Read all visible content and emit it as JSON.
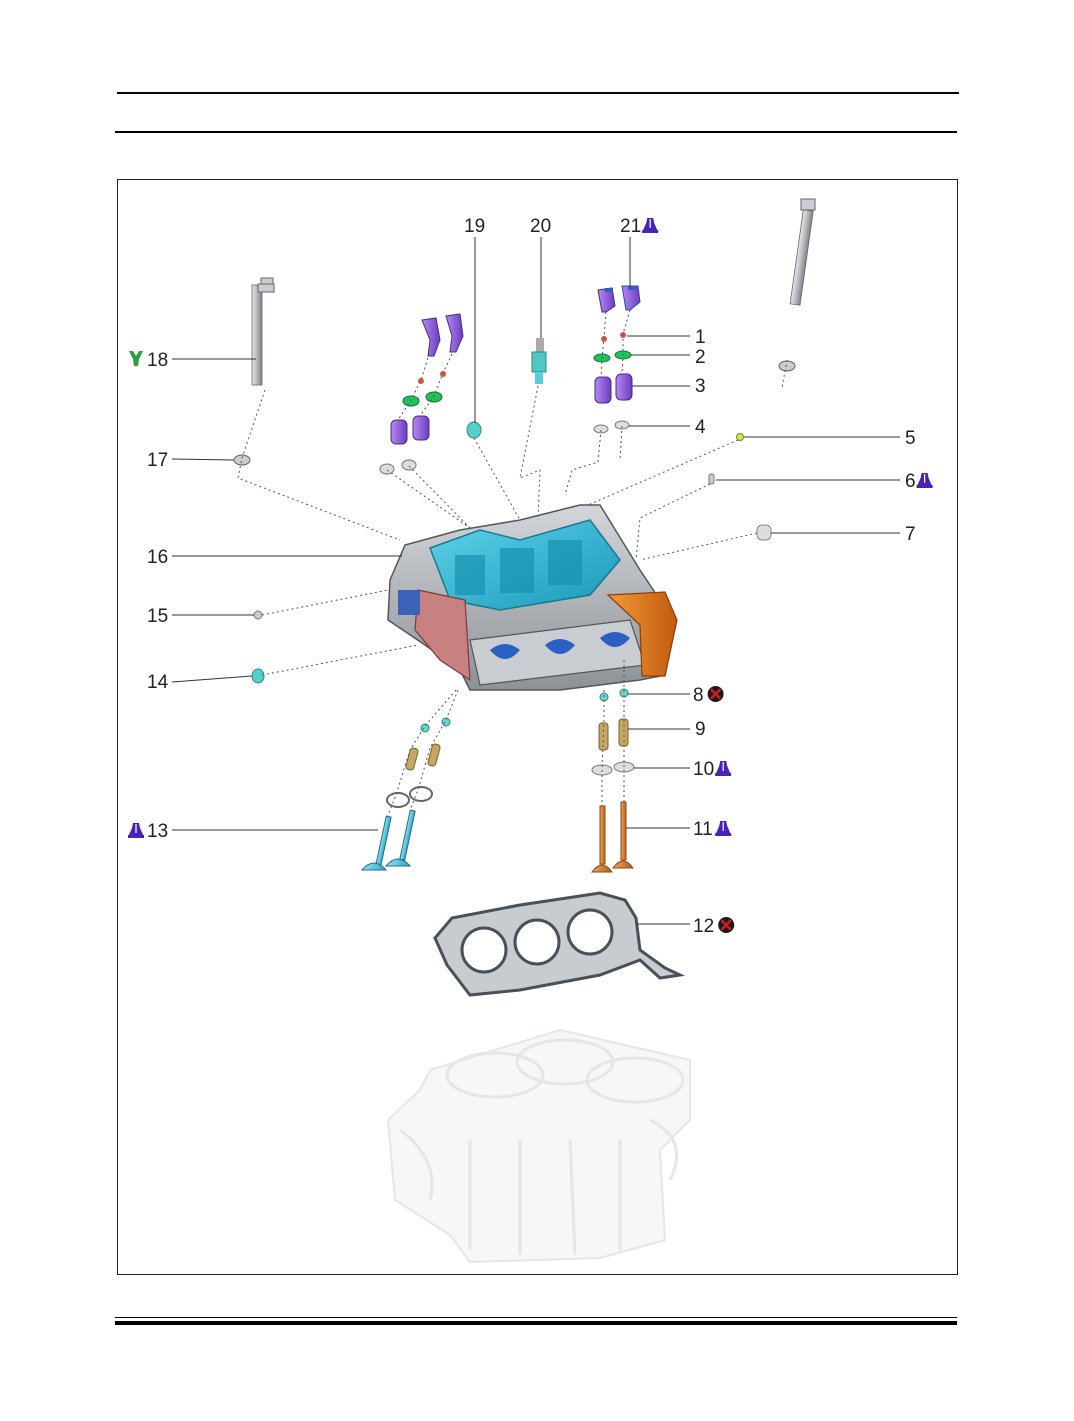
{
  "callouts": [
    {
      "num": "1",
      "icon": ""
    },
    {
      "num": "2",
      "icon": ""
    },
    {
      "num": "3",
      "icon": ""
    },
    {
      "num": "4",
      "icon": ""
    },
    {
      "num": "5",
      "icon": ""
    },
    {
      "num": "6",
      "icon": "oil-can"
    },
    {
      "num": "7",
      "icon": ""
    },
    {
      "num": "8",
      "icon": "replace-x"
    },
    {
      "num": "9",
      "icon": ""
    },
    {
      "num": "10",
      "icon": "oil-can"
    },
    {
      "num": "11",
      "icon": "oil-can"
    },
    {
      "num": "12",
      "icon": "replace-x"
    },
    {
      "num": "13",
      "icon": "oil-can"
    },
    {
      "num": "14",
      "icon": ""
    },
    {
      "num": "15",
      "icon": ""
    },
    {
      "num": "16",
      "icon": ""
    },
    {
      "num": "17",
      "icon": ""
    },
    {
      "num": "18",
      "icon": "torque-wrench"
    },
    {
      "num": "19",
      "icon": ""
    },
    {
      "num": "20",
      "icon": ""
    },
    {
      "num": "21",
      "icon": "oil-can"
    }
  ],
  "colors": {
    "head_blue": "#26b8d6",
    "head_grey": "#a9adb2",
    "cover_orange": "#e0761c",
    "rocker_purple": "#8a5ad6",
    "spring_purple": "#9a4fc9",
    "retainer_green": "#21c25a",
    "valve_cyan": "#5cc7e0",
    "valve_orange": "#d9812b",
    "guide_tan": "#b99a52",
    "icon_oil": "#4a22b8",
    "icon_replace": "#d11b1b",
    "icon_torque": "#27a33a"
  }
}
